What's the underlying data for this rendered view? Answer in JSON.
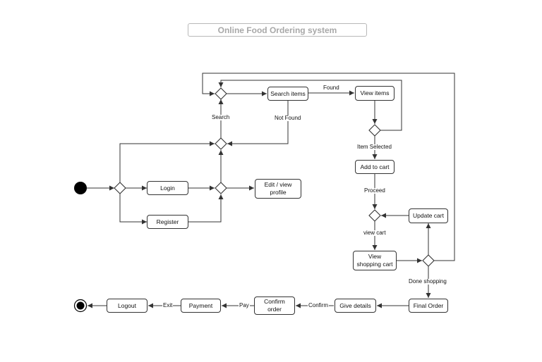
{
  "title": "Online Food Ordering system",
  "nodes": {
    "login": "Login",
    "register": "Register",
    "edit_profile": "Edit / view\nprofile",
    "search_items": "Search items",
    "view_items": "View items",
    "add_to_cart": "Add to cart",
    "update_cart": "Update cart",
    "view_shopping_cart": "View\nshopping cart",
    "final_order": "Final Order",
    "give_details": "Give details",
    "confirm_order": "Confirm\norder",
    "payment": "Payment",
    "logout": "Logout"
  },
  "edge_labels": {
    "search": "Search",
    "not_found": "Not Found",
    "found": "Found",
    "item_selected": "Item Selected",
    "proceed": "Proceed",
    "view_cart": "view cart",
    "done_shopping": "Done shopping",
    "confirm": "Confirm",
    "pay": "Pay",
    "exit": "Exit"
  }
}
